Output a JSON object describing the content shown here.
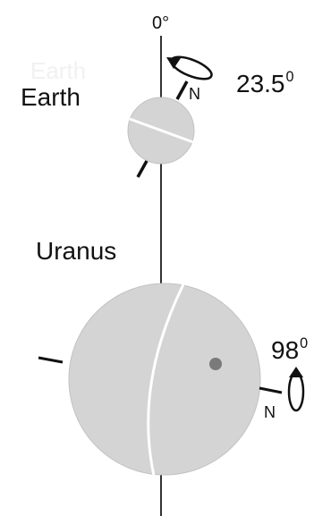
{
  "vertical_axis_label": "0°",
  "earth": {
    "name": "Earth",
    "tilt_value": "23.5",
    "tilt_unit": "0",
    "pole_label": "N",
    "ghost_label": "Earth"
  },
  "uranus": {
    "name": "Uranus",
    "tilt_value": "98",
    "tilt_unit": "0",
    "pole_label": "N"
  },
  "colors": {
    "planet_fill": "#d4d4d4",
    "line": "#111111",
    "equator": "#ffffff",
    "marker_dot": "#7a7a7a"
  }
}
